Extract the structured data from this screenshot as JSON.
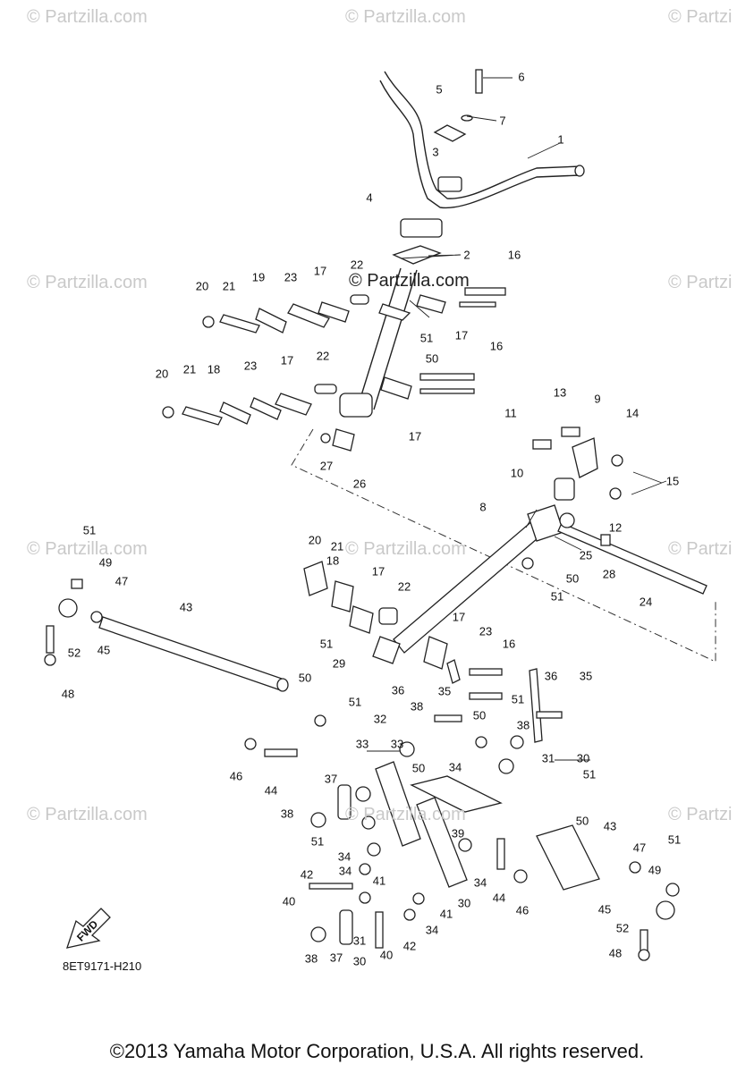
{
  "watermark": "© Partzilla.com",
  "watermark_short": "© Partzi",
  "center_brand": "© Partzilla.com",
  "diagram_code": "8ET9171-H210",
  "fwd_label": "FWD",
  "copyright": "©2013 Yamaha Motor Corporation, U.S.A. All rights reserved.",
  "callouts": [
    "1",
    "2",
    "3",
    "4",
    "5",
    "6",
    "7",
    "8",
    "9",
    "10",
    "11",
    "12",
    "13",
    "14",
    "15",
    "16",
    "16",
    "16",
    "17",
    "17",
    "17",
    "17",
    "17",
    "17",
    "18",
    "18",
    "19",
    "20",
    "20",
    "20",
    "21",
    "21",
    "21",
    "22",
    "22",
    "22",
    "23",
    "23",
    "23",
    "24",
    "25",
    "26",
    "27",
    "28",
    "29",
    "30",
    "30",
    "30",
    "31",
    "31",
    "32",
    "33",
    "33",
    "34",
    "34",
    "34",
    "34",
    "34",
    "35",
    "35",
    "36",
    "36",
    "37",
    "37",
    "38",
    "38",
    "38",
    "38",
    "39",
    "40",
    "40",
    "41",
    "41",
    "42",
    "42",
    "43",
    "43",
    "44",
    "44",
    "45",
    "45",
    "46",
    "46",
    "47",
    "47",
    "48",
    "48",
    "49",
    "49",
    "50",
    "50",
    "50",
    "50",
    "50",
    "50",
    "51",
    "51",
    "51",
    "51",
    "51",
    "51",
    "51",
    "51",
    "51",
    "52",
    "52"
  ]
}
